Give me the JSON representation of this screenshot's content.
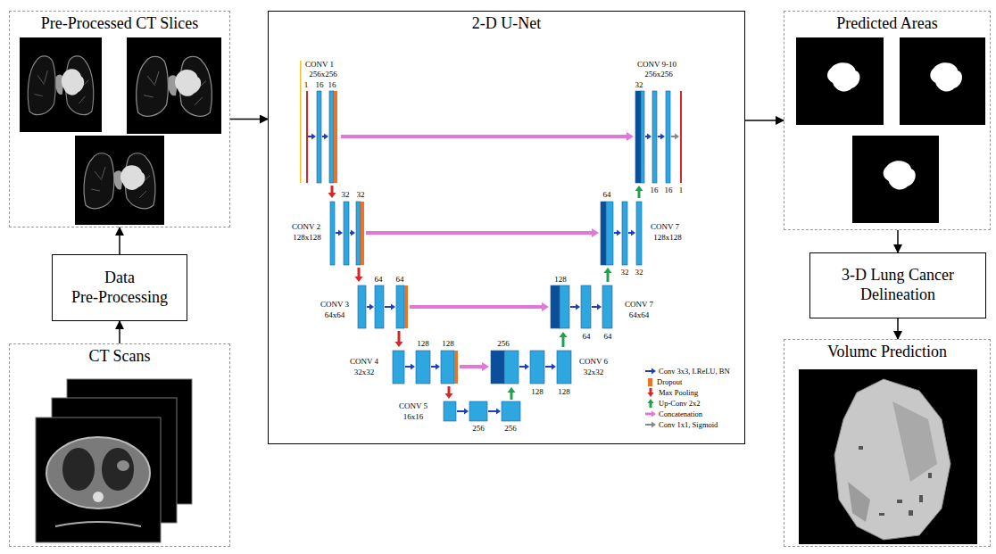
{
  "diagram": {
    "nodes": [
      {
        "text": [
          "Pre-Processed CT Slices"
        ]
      },
      {
        "text": [
          "2-D U-Net"
        ]
      },
      {
        "text": [
          "Predicted Areas"
        ]
      },
      {
        "text": [
          "Data Pre-Processing"
        ]
      },
      {
        "text": [
          "3-D Lung Cancer Delineation"
        ]
      },
      {
        "text": [
          "CT Scans"
        ]
      },
      {
        "text": [
          "Volumc Prediction"
        ]
      }
    ],
    "edges": [
      {
        "from": 5,
        "to": 3,
        "arrow": "to"
      },
      {
        "from": 3,
        "to": 0,
        "arrow": "to"
      },
      {
        "from": 0,
        "to": 1,
        "arrow": "to"
      },
      {
        "from": 1,
        "to": 2,
        "arrow": "to"
      },
      {
        "from": 2,
        "to": 4,
        "arrow": "to"
      },
      {
        "from": 4,
        "to": 6,
        "arrow": "to"
      }
    ],
    "labels": [
      "CONV 1",
      "256x256",
      "1",
      "16",
      "16",
      "CONV 9-10",
      "256x256",
      "32",
      "16",
      "16",
      "1",
      "32",
      "32",
      "CONV 2",
      "128x128",
      "64",
      "CONV 7",
      "128x128",
      "32",
      "32",
      "64",
      "64",
      "CONV 3",
      "64x64",
      "128",
      "CONV 7",
      "64x64",
      "64",
      "64",
      "128",
      "128",
      "256",
      "CONV 4",
      "32x32",
      "CONV 6",
      "32x32",
      "128",
      "128",
      "CONV 5",
      "16x16",
      "256",
      "256"
    ],
    "legend": [
      {
        "text": "Conv 3x3, LReLU, BN"
      },
      {
        "text": "Dropout",
        "color": "#e8742a"
      },
      {
        "text": "Max Pooling"
      },
      {
        "text": "Up-Conv 2x2"
      },
      {
        "text": "Concatenation"
      },
      {
        "text": "Conv 1x1, Sigmoid"
      }
    ]
  }
}
